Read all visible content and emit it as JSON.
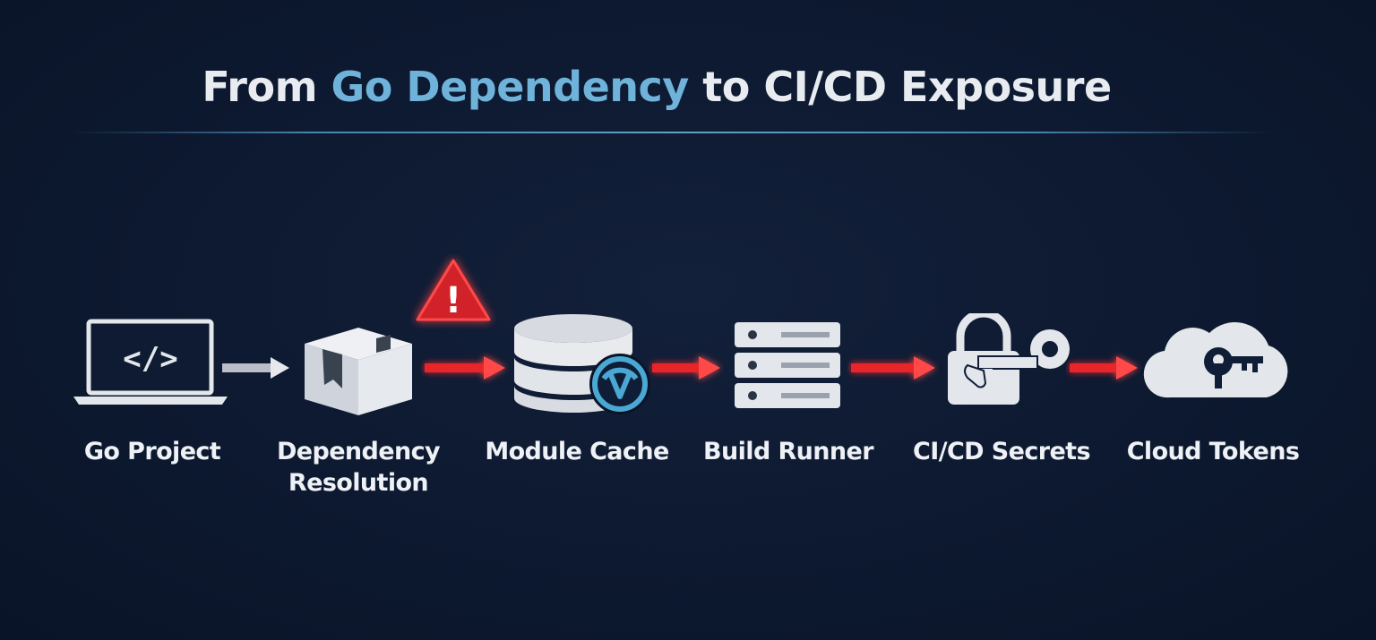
{
  "title": {
    "prefix": "From ",
    "accent": "Go Dependency",
    "suffix": " to CI/CD Exposure"
  },
  "nodes": [
    {
      "label": "Go Project",
      "icon": "laptop-code-icon"
    },
    {
      "label_line1": "Dependency",
      "label_line2": "Resolution",
      "icon": "package-box-icon"
    },
    {
      "label": "Module Cache",
      "icon": "database-icon"
    },
    {
      "label": "Build Runner",
      "icon": "server-rack-icon"
    },
    {
      "label": "CI/CD Secrets",
      "icon": "padlock-key-icon"
    },
    {
      "label": "Cloud Tokens",
      "icon": "cloud-key-icon"
    }
  ],
  "laptop_code_glyph": "</>",
  "warning_glyph": "!",
  "colors": {
    "background": "#0d1930",
    "accent_blue": "#6fb3da",
    "danger_red": "#e8262b",
    "icon_fill": "#e3e6eb",
    "text": "#eef1f5"
  }
}
